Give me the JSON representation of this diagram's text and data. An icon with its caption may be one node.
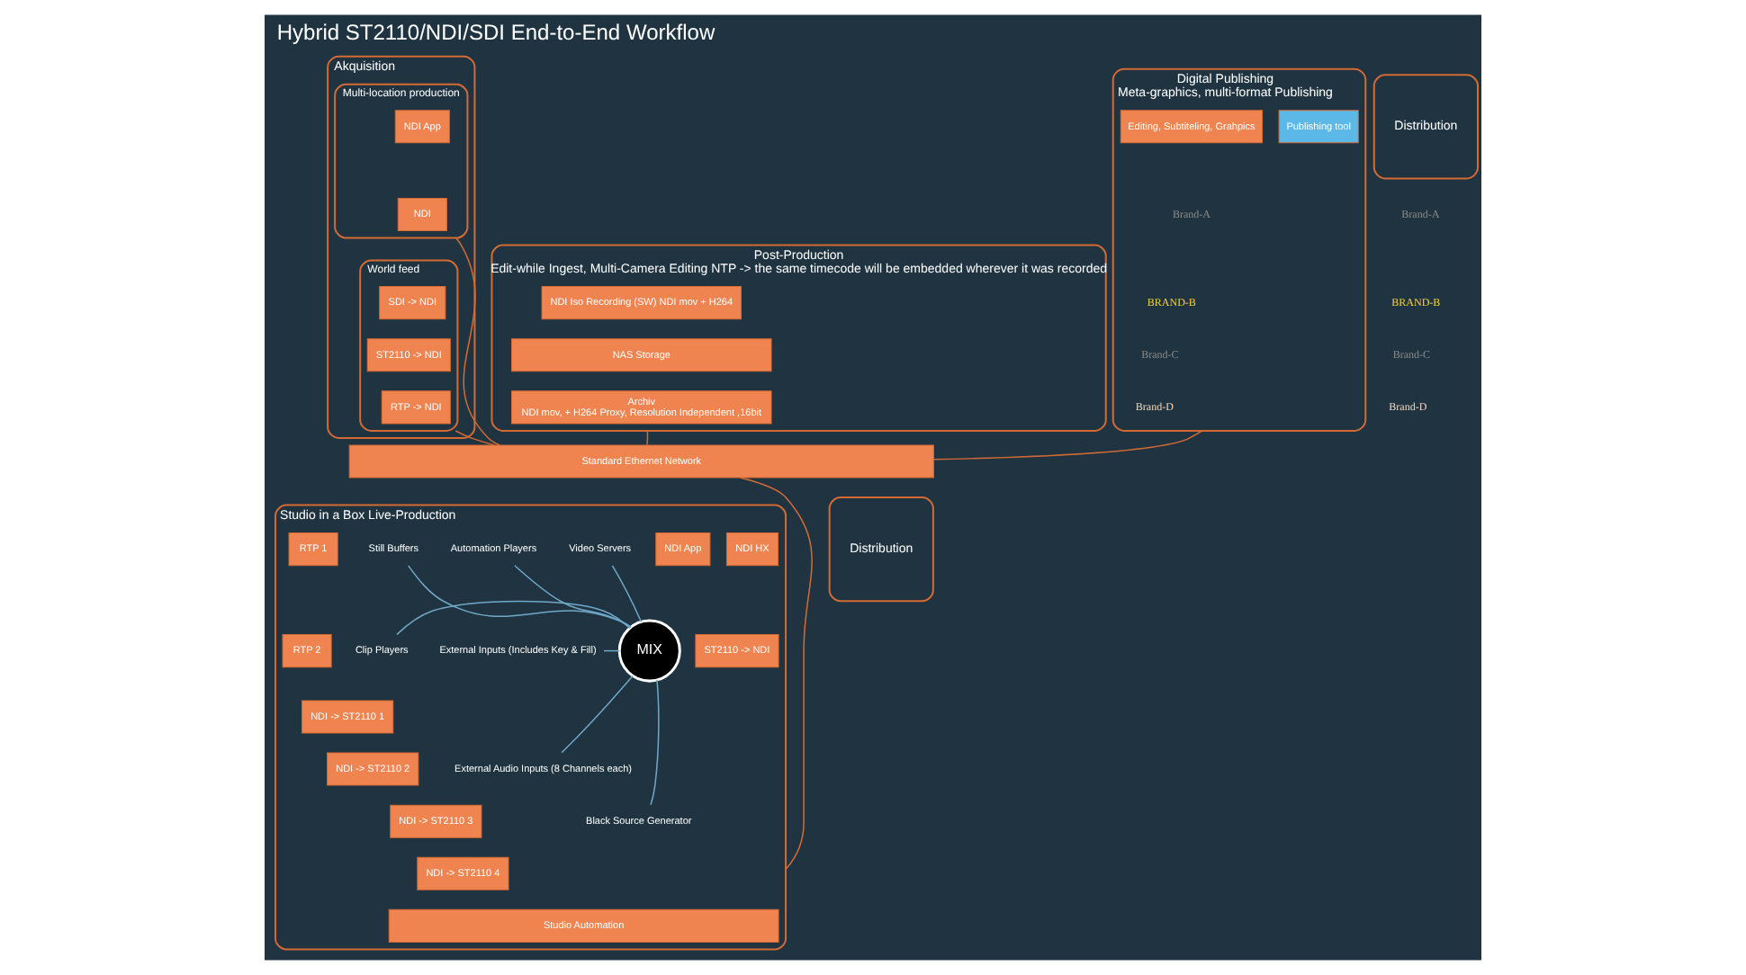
{
  "diagram": {
    "title": "Hybrid ST2110/NDI/SDI End-to-End Workflow",
    "nodes": [
      {
        "text": [
          "Akquisition"
        ]
      },
      {
        "text": [
          "Multi-location production"
        ],
        "in": 0
      },
      {
        "text": [
          "NDI App"
        ],
        "in": 1
      },
      {
        "text": [
          "NDI"
        ],
        "in": 1
      },
      {
        "text": [
          "World feed"
        ],
        "in": 0
      },
      {
        "text": [
          "SDI -> NDI"
        ],
        "in": 4
      },
      {
        "text": [
          "ST2110 -> NDI"
        ],
        "in": 4
      },
      {
        "text": [
          "RTP -> NDI"
        ],
        "in": 4
      },
      {
        "text": [
          "Post-Production",
          "Edit-while Ingest, Multi-Camera Editing NTP -> the same timecode will be embedded wherever it was recorded"
        ]
      },
      {
        "text": [
          "NDI Iso Recording (SW) NDI mov + H264"
        ],
        "in": 8
      },
      {
        "text": [
          "NAS Storage"
        ],
        "in": 8
      },
      {
        "text": [
          "Archiv",
          "NDI mov, + H264 Proxy, Resolution Independent ,16bit"
        ],
        "in": 8
      },
      {
        "text": [
          "Digital Publishing",
          "Meta-graphics, multi-format Publishing"
        ]
      },
      {
        "text": [
          "Editing, Subtiteling, Grahpics"
        ],
        "in": 12
      },
      {
        "text": [
          "Publishing tool"
        ],
        "in": 12
      },
      {
        "text": [
          "Distribution"
        ]
      },
      {
        "text": [
          "Standard Ethernet Network"
        ]
      },
      {
        "text": [
          "Studio in a Box Live-Production"
        ]
      },
      {
        "text": [
          "NDI HX"
        ],
        "in": 17
      },
      {
        "text": [
          "ST2110 -> NDI"
        ],
        "in": 17
      },
      {
        "text": [
          "NDI App"
        ],
        "in": 17
      },
      {
        "text": [
          "MIX"
        ],
        "in": 17
      },
      {
        "text": [
          "Video Servers"
        ],
        "in": 17
      },
      {
        "text": [
          "Automation Players"
        ],
        "in": 17
      },
      {
        "text": [
          "Still Buffers"
        ],
        "in": 17
      },
      {
        "text": [
          "External Inputs (Includes Key & Fill)"
        ],
        "in": 17
      },
      {
        "text": [
          "Clip Players"
        ],
        "in": 17
      },
      {
        "text": [
          "External Audio Inputs (8 Channels each)"
        ],
        "in": 17
      },
      {
        "text": [
          "Black Source Generator"
        ],
        "in": 17
      },
      {
        "text": [
          "RTP 1"
        ],
        "in": 17
      },
      {
        "text": [
          "RTP 2"
        ],
        "in": 17
      },
      {
        "text": [
          "NDI -> ST2110 1"
        ],
        "in": 17
      },
      {
        "text": [
          "NDI -> ST2110 2"
        ],
        "in": 17
      },
      {
        "text": [
          "NDI -> ST2110 3"
        ],
        "in": 17
      },
      {
        "text": [
          "NDI -> ST2110 4"
        ],
        "in": 17
      },
      {
        "text": [
          "Studio Automation"
        ],
        "in": 17
      },
      {
        "text": [
          "Distribution"
        ]
      }
    ],
    "edges": [
      {
        "from": 1,
        "to": 16,
        "arrow": "none",
        "color": "#d46b35"
      },
      {
        "from": 4,
        "to": 16,
        "arrow": "none",
        "color": "#d46b35"
      },
      {
        "from": 8,
        "to": 16,
        "arrow": "none",
        "color": "#d46b35"
      },
      {
        "from": 12,
        "to": 16,
        "arrow": "none",
        "color": "#d46b35"
      },
      {
        "from": 16,
        "to": 17,
        "arrow": "none",
        "color": "#d46b35"
      },
      {
        "from": 21,
        "to": 22,
        "arrow": "none"
      },
      {
        "from": 21,
        "to": 23,
        "arrow": "none"
      },
      {
        "from": 21,
        "to": 24,
        "arrow": "none"
      },
      {
        "from": 21,
        "to": 25,
        "arrow": "none"
      },
      {
        "from": 21,
        "to": 26,
        "arrow": "none"
      },
      {
        "from": 21,
        "to": 27,
        "arrow": "none"
      },
      {
        "from": 21,
        "to": 28,
        "arrow": "none"
      }
    ],
    "labels": [
      "Brand-A",
      "BRAND-B",
      "Brand-C",
      "Brand-D",
      "Brand-A",
      "BRAND-B",
      "Brand-C",
      "Brand-D"
    ]
  }
}
